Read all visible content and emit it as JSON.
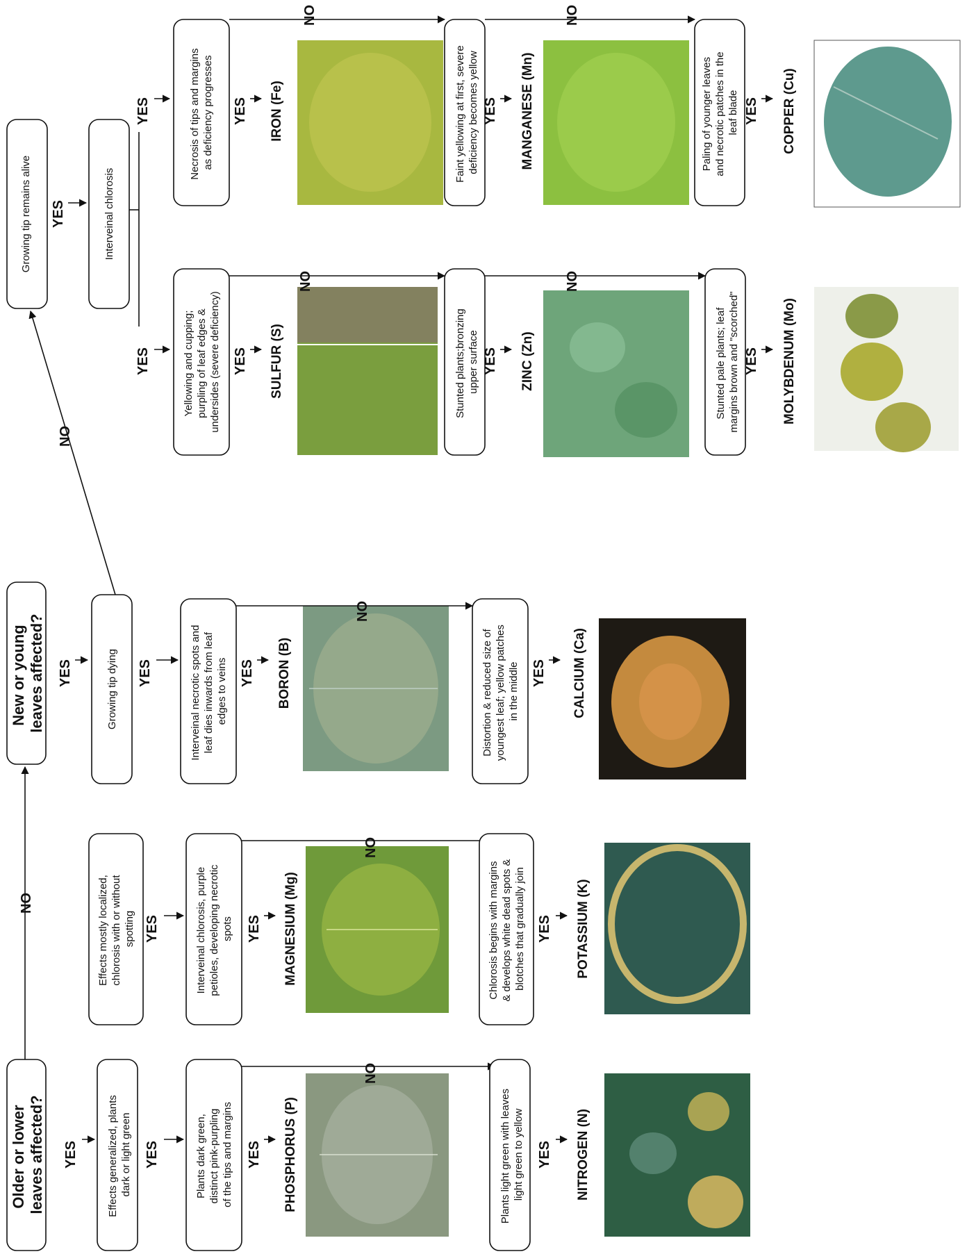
{
  "questions": {
    "older": [
      "Older or lower",
      "leaves affected?"
    ],
    "new": [
      "New or young",
      "leaves affected?"
    ]
  },
  "labels": {
    "yes": "YES",
    "no": "NO"
  },
  "boxes": {
    "effects_generalized": [
      "Effects generalized, plants",
      "dark or light green"
    ],
    "effects_localized": [
      "Effects mostly localized,",
      "chlorosis with or without",
      "spotting"
    ],
    "phosphorus_desc": [
      "Plants dark green,",
      "distinct pink-purpling",
      "of the tips and margins"
    ],
    "nitrogen_desc": [
      "Plants light green with leaves",
      "light green to yellow"
    ],
    "magnesium_desc": [
      "Interveinal chlorosis, purple",
      "petioles, developing necrotic",
      "spots"
    ],
    "potassium_desc": [
      "Chlorosis begins with margins",
      "& develops white dead spots &",
      "blotches that gradually join"
    ],
    "growing_tip_dying": [
      "Growing tip dying"
    ],
    "boron_desc": [
      "Interveinal necrotic spots and",
      "leaf dies inwards from leaf",
      "edges to veins"
    ],
    "calcium_desc": [
      "Distortion & reduced size of",
      "youngest leaf; yellow patches",
      "in the middle"
    ],
    "growing_tip_alive": [
      "Growing tip remains alive"
    ],
    "interveinal": [
      "Interveinal chlorosis"
    ],
    "sulfur_desc": [
      "Yellowing and cupping;",
      "purpling of leaf edges &",
      "undersides (severe deficiency)"
    ],
    "zinc_desc": [
      "Stunted plants;bronzing",
      "upper surface"
    ],
    "molybdenum_desc": [
      "Stunted pale plants; leaf",
      "margins brown and \"scorched\""
    ],
    "iron_desc": [
      "Necrosis of tips and margins",
      "as deficiency progresses"
    ],
    "manganese_desc": [
      "Faint yellowing at first, severe",
      "deficiency becomes yellow"
    ],
    "copper_desc": [
      "Paling of younger leaves",
      "and necrotic patches in the",
      "leaf blade"
    ]
  },
  "nutrients": {
    "phosphorus": "PHOSPHORUS (P)",
    "nitrogen": "NITROGEN (N)",
    "magnesium": "MAGNESIUM (Mg)",
    "potassium": "POTASSIUM (K)",
    "boron": "BORON (B)",
    "calcium": "CALCIUM (Ca)",
    "sulfur": "SULFUR (S)",
    "zinc": "ZINC (Zn)",
    "molybdenum": "MOLYBDENUM (Mo)",
    "iron": "IRON (Fe)",
    "manganese": "MANGANESE (Mn)",
    "copper": "COPPER (Cu)"
  },
  "photo_colors": {
    "phosphorus": "#8a9880",
    "nitrogen": "#2e5e44",
    "magnesium": "#6f9a3a",
    "potassium": "#2f5a50",
    "boron": "#7c9a82",
    "calcium": "#c48a3e",
    "sulfur": "#7a9e3e",
    "zinc": "#6ea57a",
    "molybdenum": "#b0b040",
    "iron": "#a8b840",
    "manganese": "#8cc040",
    "copper": "#5e9a8e"
  }
}
